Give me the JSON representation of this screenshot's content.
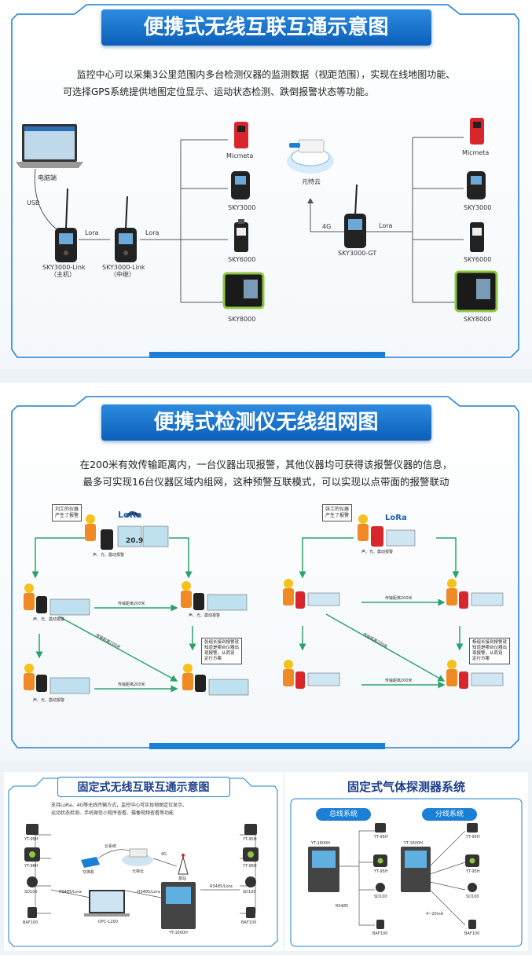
{
  "s1": {
    "title": "便携式无线互联互通示意图",
    "desc1": "监控中心可以采集3公里范围内多台检测仪器的监测数据（视距范围），实现在线地图功能、",
    "desc2": "可选择GPS系统提供地图定位显示、运动状态检测、跌倒报警状态等功能。",
    "pc": "电脑端",
    "usb": "USB",
    "lora1": "Lora",
    "lora2": "Lora",
    "link1": "SKY3000-Link",
    "link1b": "（主机）",
    "link2": "SKY3000-Link",
    "link2b": "（中继）",
    "dev": [
      "Micmeta",
      "SKY3000",
      "SKY6000",
      "SKY8000"
    ],
    "cloud": "元特云",
    "g4": "4G",
    "lora3": "Lora",
    "gt": "SKY3000-GT",
    "dev2": [
      "Micmeta",
      "SKY3000",
      "SKY6000",
      "SKY8000"
    ]
  },
  "s2": {
    "title": "便携式检测仪无线组网图",
    "desc1": "在200米有效传输距离内，一台仪器出现报警，其他仪器均可获得该报警仪器的信息，",
    "desc2": "最多可实现16台仪器区域内组网，这种预警互联模式，可以实现以点带面的报警联动",
    "left_note": "刘工的仪器\n产生了报警",
    "right_note": "张工的仪器\n产生了报警",
    "lora": "LoRa",
    "reading": "20.9",
    "dist": "传输距离200米",
    "alarm_caption": "声、光、震动报警",
    "left_box": "张组长接到报警就\n知道是哪台仪器出\n现报警，从而设\n定行方案",
    "right_box": "杨组长接到报警就\n知道是哪台仪器出\n现报警，从而设\n定行方案"
  },
  "s3": {
    "title": "固定式无线互联互通示意图",
    "desc1": "支持LoRa、4G等无线传输方式，监控中心可实现地图定位显示、",
    "desc2": "运动状态检测、手机微信小程序查看、摄像视频查看等功能",
    "cloud": "云系统",
    "g4": "4G",
    "yunte": "元特云",
    "base": "基站",
    "sw": "交换机",
    "rs1": "RS485/Lora",
    "rs2": "RS485/Lora",
    "rs3": "RS485/Lora",
    "dpc": "DPC-1200",
    "host": "YT-1600H",
    "left": [
      "YT-95H",
      "YT-96H",
      "SD100",
      "BAF100"
    ],
    "right": [
      "YT-95H",
      "YT-96H",
      "SD100",
      "BAF100"
    ]
  },
  "s4": {
    "title": "固定式气体探测器系统",
    "bus": "总线系统",
    "branch": "分线系统",
    "host1": "YT-1600H",
    "host2": "YT-1600H",
    "rs485": "RS485",
    "ma": "4~20mA",
    "left": [
      "YT-95H",
      "YT-95H",
      "SD100",
      "BAF100"
    ],
    "right": [
      "YT-95H",
      "YT-95H",
      "SD100",
      "BAF100"
    ]
  }
}
